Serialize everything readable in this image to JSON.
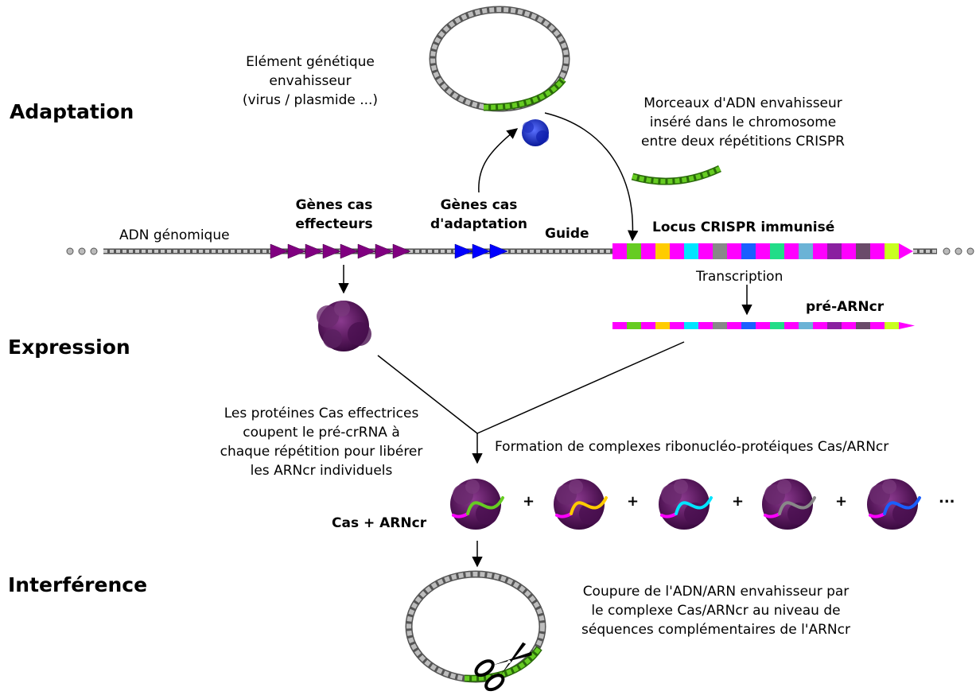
{
  "phases": {
    "adaptation": "Adaptation",
    "expression": "Expression",
    "interference": "Interférence"
  },
  "labels": {
    "invader": [
      "Elément génétique",
      "envahisseur",
      "(virus / plasmide ...)"
    ],
    "fragment": [
      "Morceaux d'ADN envahisseur",
      "inséré dans le chromosome",
      "entre deux répétitions CRISPR"
    ],
    "genomic_dna": "ADN génomique",
    "effector_genes": [
      "Gènes cas",
      "effecteurs"
    ],
    "adaptation_genes": [
      "Gènes cas",
      "d'adaptation"
    ],
    "guide": "Guide",
    "locus": "Locus CRISPR immunisé",
    "transcription": "Transcription",
    "pre_crrna": "pré-ARNcr",
    "cleavage": [
      "Les protéines Cas effectrices",
      "coupent le pré-crRNA à",
      "chaque répétition pour libérer",
      "les ARNcr individuels"
    ],
    "complex_formation": "Formation de complexes ribonucléo-protéiques Cas/ARNcr",
    "cas_crrna": "Cas + ARNcr",
    "ellipsis": "...",
    "plus": "+",
    "interference_desc": [
      "Coupure de l'ADN/ARN envahisseur par",
      "le complexe Cas/ARNcr au niveau de",
      "séquences complémentaires de l'ARNcr"
    ]
  },
  "colors": {
    "repeat": "#ff00ff",
    "dna_gray": "#9a9a9a",
    "effector": "#800080",
    "adaptation": "#0000ff",
    "protein": "#5a1a5e",
    "invader_segment": "#66cc22",
    "spacers": [
      "#66cc22",
      "#ffcc00",
      "#00e5ff",
      "#888888",
      "#1a5fff",
      "#22dd88",
      "#6bb3d6",
      "#8a20a0",
      "#6a4a6a",
      "#c8ff20"
    ]
  },
  "icons": [
    "protein-icon",
    "scissors-icon",
    "plasmid-icon",
    "arrow-icon"
  ]
}
